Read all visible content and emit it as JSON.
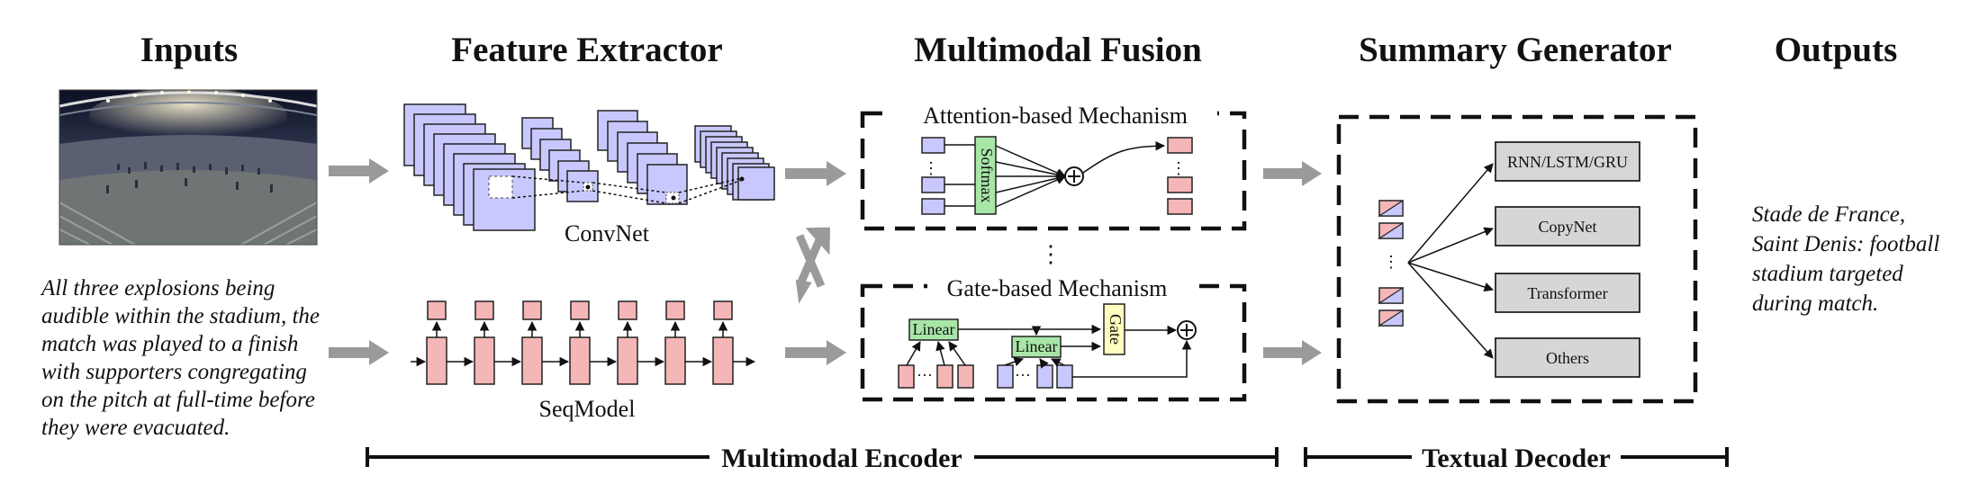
{
  "headings": {
    "inputs": "Inputs",
    "feature_extractor": "Feature Extractor",
    "multimodal_fusion": "Multimodal Fusion",
    "summary_generator": "Summary Generator",
    "outputs": "Outputs"
  },
  "input_text_lines": [
    "All three explosions being",
    "audible within the stadium, the",
    "match was played to a finish",
    "with supporters congregating",
    "on the pitch at full-time before",
    "they were evacuated."
  ],
  "feature_extractor": {
    "convnet_label": "ConvNet",
    "seqmodel_label": "SeqModel"
  },
  "fusion": {
    "attention_title": "Attention-based Mechanism",
    "softmax_label": "Softmax",
    "gate_title": "Gate-based Mechanism",
    "linear_label_1": "Linear",
    "linear_label_2": "Linear",
    "gate_label": "Gate",
    "middle_dots": "⋮",
    "dots": "⋮",
    "hdots": "···"
  },
  "generator": {
    "boxes": [
      "RNN/LSTM/GRU",
      "CopyNet",
      "Transformer",
      "Others"
    ],
    "dots": "⋮"
  },
  "output_text_lines": [
    "Stade de France,",
    "Saint Denis: football",
    "stadium targeted",
    "during match."
  ],
  "brackets": {
    "encoder": "Multimodal Encoder",
    "decoder": "Textual Decoder"
  },
  "colors": {
    "feature_blue": "#c8c8ff",
    "sequence_pink": "#f4b6b6",
    "linear_green": "#a8e6a8",
    "gate_yellow": "#ffffc0",
    "generator_grey": "#d6d6d6",
    "flow_arrow_grey": "#9a9a9a"
  }
}
